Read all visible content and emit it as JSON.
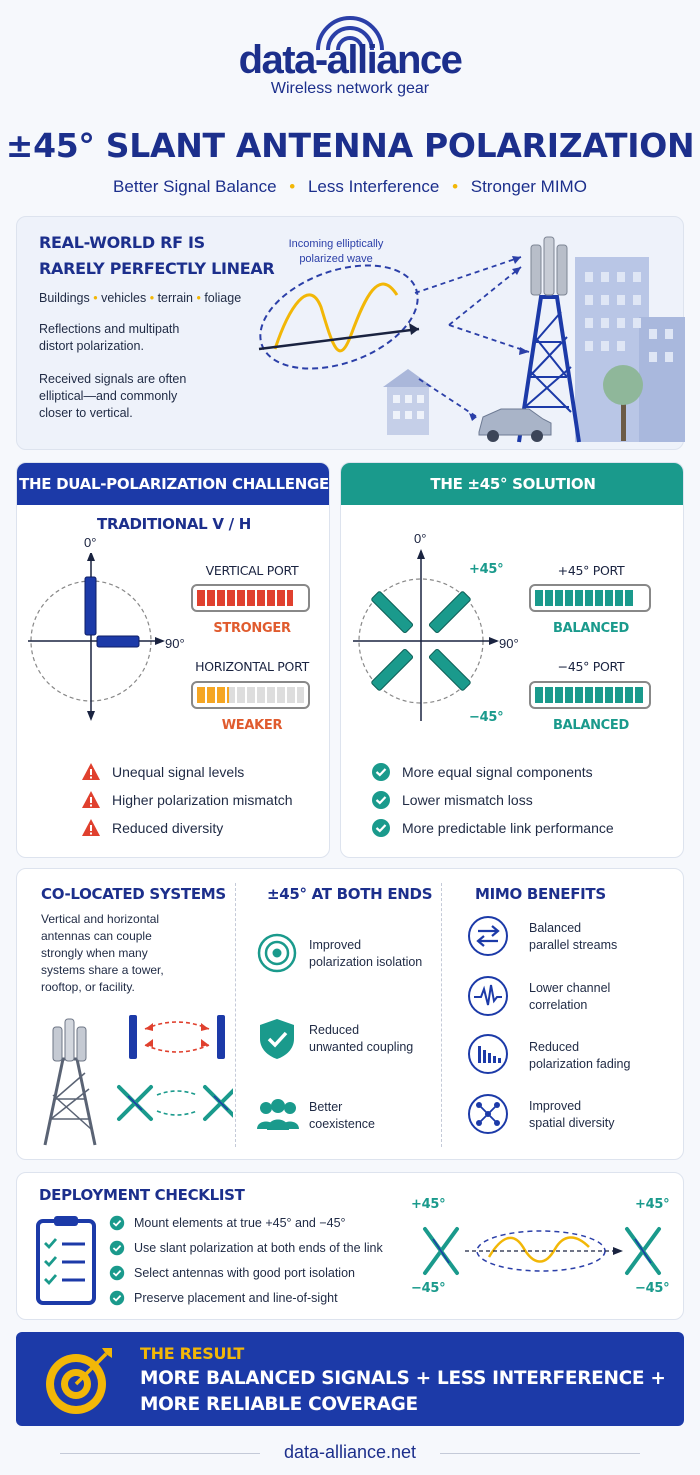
{
  "brand": {
    "name": "data-alliance",
    "tagline": "Wireless network gear",
    "url": "data-alliance.net"
  },
  "colors": {
    "navy": "#1c2f8c",
    "teal": "#1a9a8c",
    "red": "#e0402e",
    "orange": "#f5a623",
    "gold": "#f2b707"
  },
  "header": {
    "title": "±45° SLANT ANTENNA POLARIZATION",
    "subtitle": [
      "Better Signal Balance",
      "Less Interference",
      "Stronger MIMO"
    ]
  },
  "rf": {
    "heading_line1": "REAL-WORLD RF IS",
    "heading_line2": "RARELY PERFECTLY LINEAR",
    "items": [
      "Buildings",
      "vehicles",
      "terrain",
      "foliage"
    ],
    "para1_line1": "Reflections and multipath",
    "para1_line2": "distort polarization.",
    "para2_line1": "Received signals are often",
    "para2_line2": "elliptical—and commonly",
    "para2_line3": "closer to vertical.",
    "wave_label_line1": "Incoming elliptically",
    "wave_label_line2": "polarized wave"
  },
  "challenge": {
    "header": "THE DUAL-POLARIZATION CHALLENGE",
    "subheader": "TRADITIONAL V / H",
    "axis_0": "0°",
    "axis_90": "90°",
    "port1": "VERTICAL PORT",
    "port1_status": "STRONGER",
    "port1_level": 0.9,
    "port2": "HORIZONTAL PORT",
    "port2_status": "WEAKER",
    "port2_level": 0.3,
    "warnings": [
      "Unequal signal levels",
      "Higher polarization mismatch",
      "Reduced diversity"
    ]
  },
  "solution": {
    "header": "THE ±45° SOLUTION",
    "axis_0": "0°",
    "axis_90": "90°",
    "plus45": "+45°",
    "minus45": "−45°",
    "port1": "+45° PORT",
    "port1_status": "BALANCED",
    "port1_level": 0.9,
    "port2": "−45° PORT",
    "port2_status": "BALANCED",
    "port2_level": 1.0,
    "checks": [
      "More equal signal components",
      "Lower mismatch loss",
      "More predictable link performance"
    ]
  },
  "colocated": {
    "heading": "CO-LOCATED SYSTEMS",
    "line1": "Vertical and horizontal",
    "line2": "antennas can couple",
    "line3": "strongly when many",
    "line4": "systems share a tower,",
    "line5": "rooftop, or facility."
  },
  "both_ends": {
    "heading": "±45° AT BOTH ENDS",
    "items": [
      {
        "l1": "Improved",
        "l2": "polarization isolation",
        "icon": "target-rings-icon"
      },
      {
        "l1": "Reduced",
        "l2": "unwanted coupling",
        "icon": "shield-check-icon"
      },
      {
        "l1": "Better",
        "l2": "coexistence",
        "icon": "people-icon"
      }
    ]
  },
  "mimo": {
    "heading": "MIMO BENEFITS",
    "items": [
      {
        "l1": "Balanced",
        "l2": "parallel streams",
        "icon": "arrows-swap-icon"
      },
      {
        "l1": "Lower channel",
        "l2": "correlation",
        "icon": "waveform-icon"
      },
      {
        "l1": "Reduced",
        "l2": "polarization fading",
        "icon": "bars-icon"
      },
      {
        "l1": "Improved",
        "l2": "spatial diversity",
        "icon": "network-icon"
      }
    ]
  },
  "checklist": {
    "heading": "DEPLOYMENT CHECKLIST",
    "items": [
      "Mount elements at true +45° and −45°",
      "Use slant polarization at both ends of the link",
      "Select antennas with good port isolation",
      "Preserve placement and line-of-sight"
    ],
    "plus45": "+45°",
    "minus45": "−45°"
  },
  "result": {
    "label": "THE RESULT",
    "line1": "MORE BALANCED SIGNALS + LESS INTERFERENCE +",
    "line2": "MORE RELIABLE COVERAGE"
  }
}
